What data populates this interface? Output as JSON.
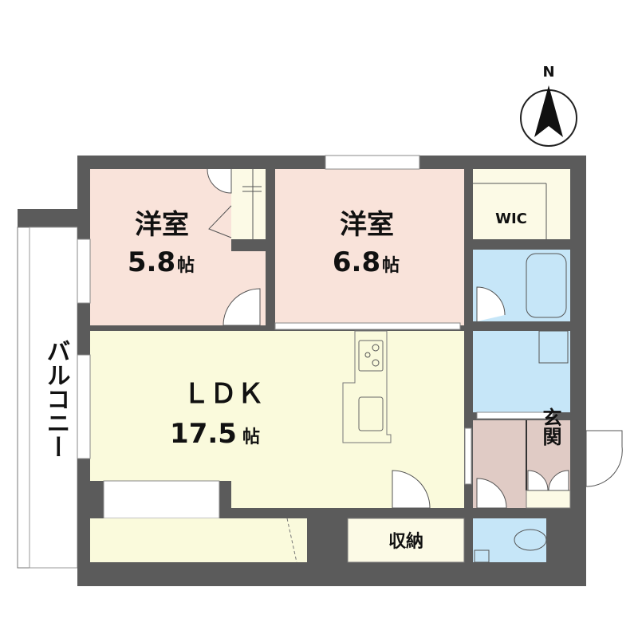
{
  "compass": {
    "label": "N"
  },
  "rooms": {
    "bedroom1": {
      "name": "洋室",
      "size": "5.8",
      "unit": "帖"
    },
    "bedroom2": {
      "name": "洋室",
      "size": "6.8",
      "unit": "帖"
    },
    "ldk": {
      "name": "ＬＤＫ",
      "size": "17.5",
      "unit": "帖"
    },
    "wic": {
      "name": "WIC"
    },
    "entrance": {
      "name": "玄関"
    },
    "storage": {
      "name": "収納"
    },
    "balcony": {
      "name": "バルコニー"
    }
  },
  "colors": {
    "wall": "#5b5b5b",
    "western_room": "#f9e3da",
    "ldk": "#fafadc",
    "wet_area": "#c6e6f8",
    "entrance": "#e0cbc5",
    "storage": "#fcfae6"
  }
}
